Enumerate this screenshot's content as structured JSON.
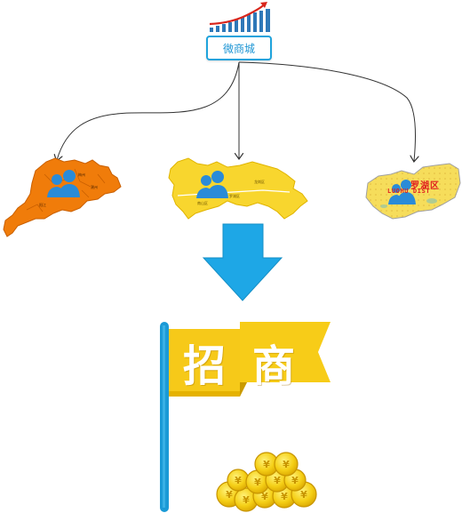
{
  "top_node": {
    "label": "微商城"
  },
  "regions": [
    {
      "name": "guangdong-map",
      "fill": "#f07c0a"
    },
    {
      "name": "shenzhen-map",
      "fill": "#f8d62e"
    },
    {
      "name": "luohu-map",
      "fill": "#f6dd5b",
      "label": "罗湖区",
      "sublabel": "LUOHU DIST"
    }
  ],
  "flag": {
    "text_1": "招",
    "text_2": "商",
    "pole_color": "#1a9ad6",
    "cloth_color": "#f6c919"
  },
  "arrow": {
    "color": "#1ea7e6"
  },
  "icons": [
    "growth-bar-chart-icon",
    "user-group-icon",
    "down-arrow-icon",
    "gold-coins-icon"
  ]
}
